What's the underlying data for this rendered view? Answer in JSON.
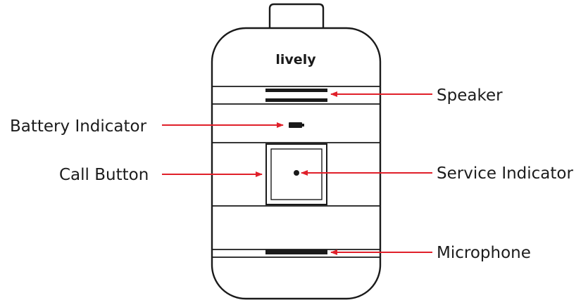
{
  "device": {
    "brand_logo": "lively"
  },
  "labels": {
    "speaker": "Speaker",
    "battery_indicator": "Battery Indicator",
    "call_button": "Call Button",
    "service_indicator": "Service Indicator",
    "microphone": "Microphone"
  },
  "colors": {
    "outline": "#1a1a1a",
    "arrow": "#e0202a",
    "text": "#1c1c1c",
    "background": "#ffffff"
  }
}
